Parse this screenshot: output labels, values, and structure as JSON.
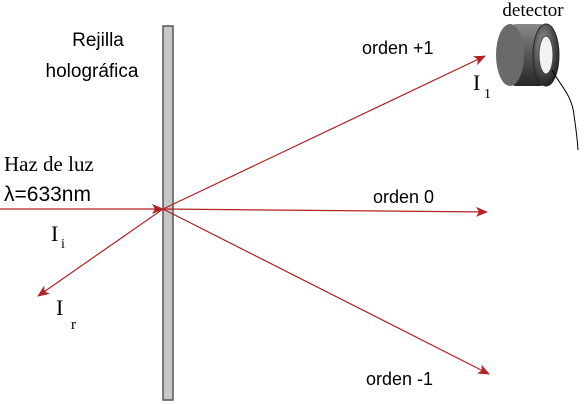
{
  "labels": {
    "grating_line1": "Rejilla",
    "grating_line2": "holográfica",
    "detector": "detector",
    "beam_line1": "Haz de luz",
    "beam_line2": "λ=633nm",
    "order_plus1": "orden +1",
    "order_0": "orden 0",
    "order_minus1": "orden -1",
    "I_main": "I",
    "I_i_sub": "i",
    "I_1_sub": "1",
    "I_r_sub": "r"
  },
  "colors": {
    "ray": "#b22222",
    "grating_fill": "#c8c8c8",
    "grating_stroke": "#555555",
    "text": "#000000"
  }
}
